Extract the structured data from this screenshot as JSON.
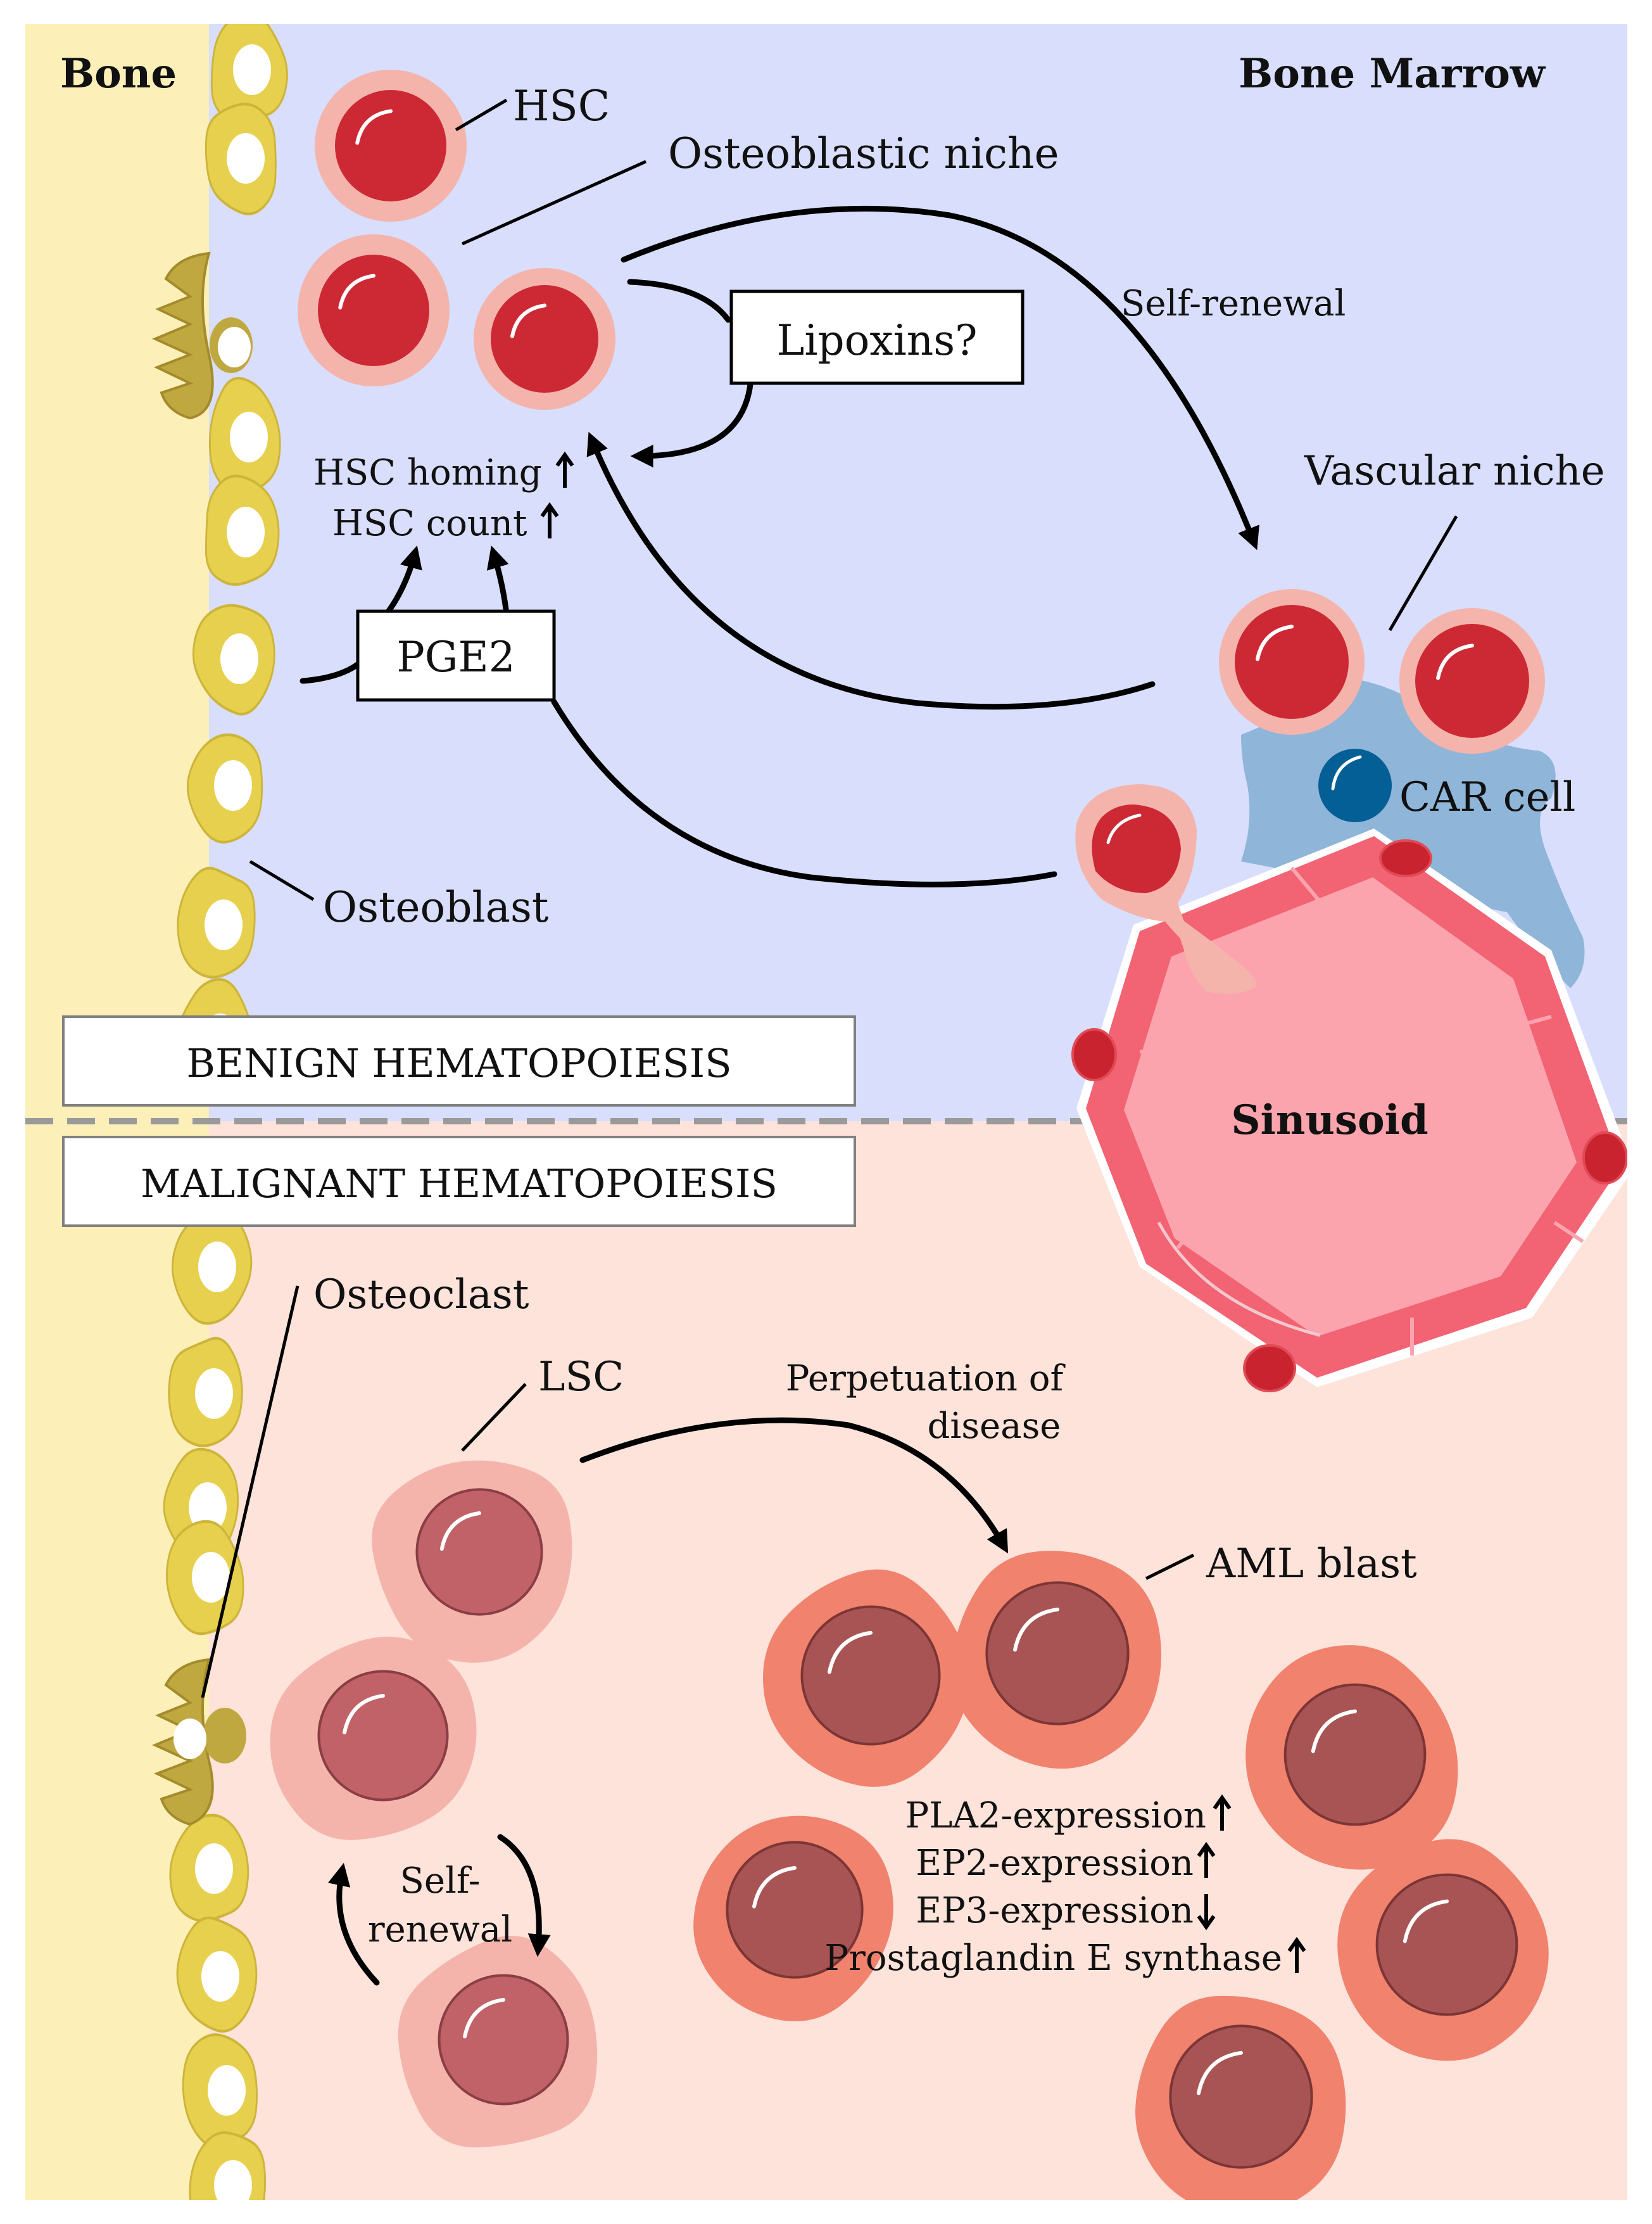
{
  "regions": {
    "bone": "Bone",
    "bone_marrow": "Bone Marrow",
    "sinusoid": "Sinusoid"
  },
  "banners": {
    "benign": "BENIGN HEMATOPOIESIS",
    "malignant": "MALIGNANT HEMATOPOIESIS"
  },
  "labels": {
    "hsc": "HSC",
    "osteoblastic_niche": "Osteoblastic niche",
    "lipoxins": "Lipoxins?",
    "self_renewal_top": "Self-renewal",
    "vascular_niche": "Vascular niche",
    "hsc_homing": "HSC homing",
    "hsc_count": "HSC count",
    "pge2": "PGE2",
    "car_cell": "CAR cell",
    "osteoblast": "Osteoblast",
    "osteoclast": "Osteoclast",
    "lsc": "LSC",
    "perpetuation_line1": "Perpetuation of",
    "perpetuation_line2": "disease",
    "aml_blast": "AML blast",
    "self_renewal_bottom_line1": "Self-",
    "self_renewal_bottom_line2": "renewal",
    "pla2": "PLA2-expression",
    "ep2": "EP2-expression",
    "ep3": "EP3-expression",
    "pge_synthase": "Prostaglandin E synthase"
  },
  "colors": {
    "bone": "#fcefb8",
    "marrow_benign": "#d8defc",
    "marrow_malignant": "#fde3da",
    "hsc_red": "#cc2934",
    "hsc_ring": "#f4b4ac",
    "lsc_body": "#f4b4ac",
    "lsc_nucleus": "#c06268",
    "blast_body": "#f0826e",
    "blast_nucleus": "#a85454",
    "osteoblast": "#e6d04e",
    "osteoclast": "#c0a840",
    "car_cell": "#8fb5d9",
    "car_nucleus": "#045f96",
    "sinusoid_fill": "#fca4ae",
    "sinusoid_wall": "#f26373"
  }
}
